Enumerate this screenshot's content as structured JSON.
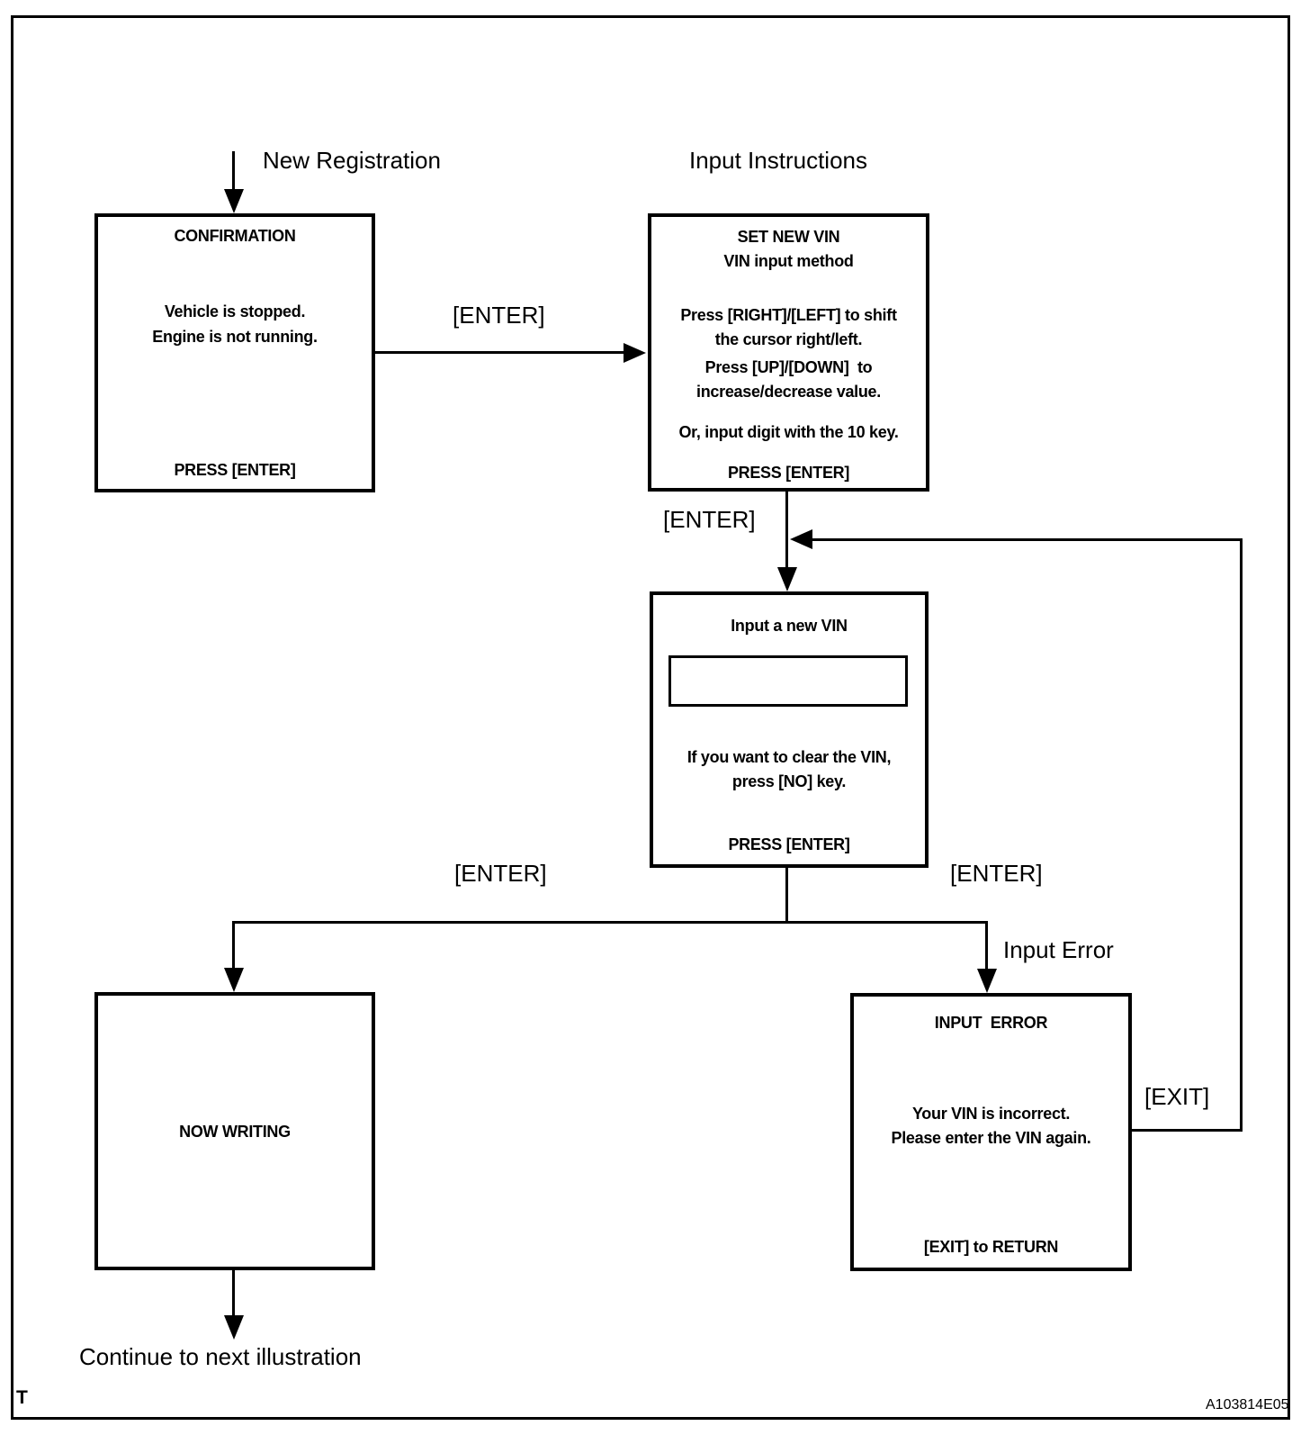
{
  "labels": {
    "new_registration": "New Registration",
    "input_instructions": "Input Instructions",
    "enter_confirm_to_instructions": "[ENTER]",
    "enter_instructions_to_input": "[ENTER]",
    "enter_to_writing": "[ENTER]",
    "enter_to_error": "[ENTER]",
    "input_error": "Input Error",
    "exit": "[EXIT]",
    "continue": "Continue to next illustration",
    "page_marker": "T",
    "figure_code": "A103814E05"
  },
  "boxes": {
    "confirmation": {
      "title": "CONFIRMATION",
      "line1": "Vehicle is stopped.",
      "line2": "Engine is not running.",
      "footer": "PRESS [ENTER]"
    },
    "set_new_vin": {
      "title1": "SET NEW VIN",
      "title2": "VIN input method",
      "line1": "Press [RIGHT]/[LEFT] to shift",
      "line2": "the cursor right/left.",
      "line3": "Press [UP]/[DOWN]  to",
      "line4": "increase/decrease value.",
      "line5": "Or, input digit with the 10 key.",
      "footer": "PRESS [ENTER]"
    },
    "input_new_vin": {
      "title": "Input a new VIN",
      "vin_field_value": "",
      "line1": "If you want to clear the VIN,",
      "line2": "press [NO] key.",
      "footer": "PRESS [ENTER]"
    },
    "now_writing": {
      "title": "NOW WRITING"
    },
    "input_error": {
      "title": "INPUT  ERROR",
      "line1": "Your VIN is incorrect.",
      "line2": "Please enter the VIN again.",
      "footer": "[EXIT] to RETURN"
    }
  }
}
